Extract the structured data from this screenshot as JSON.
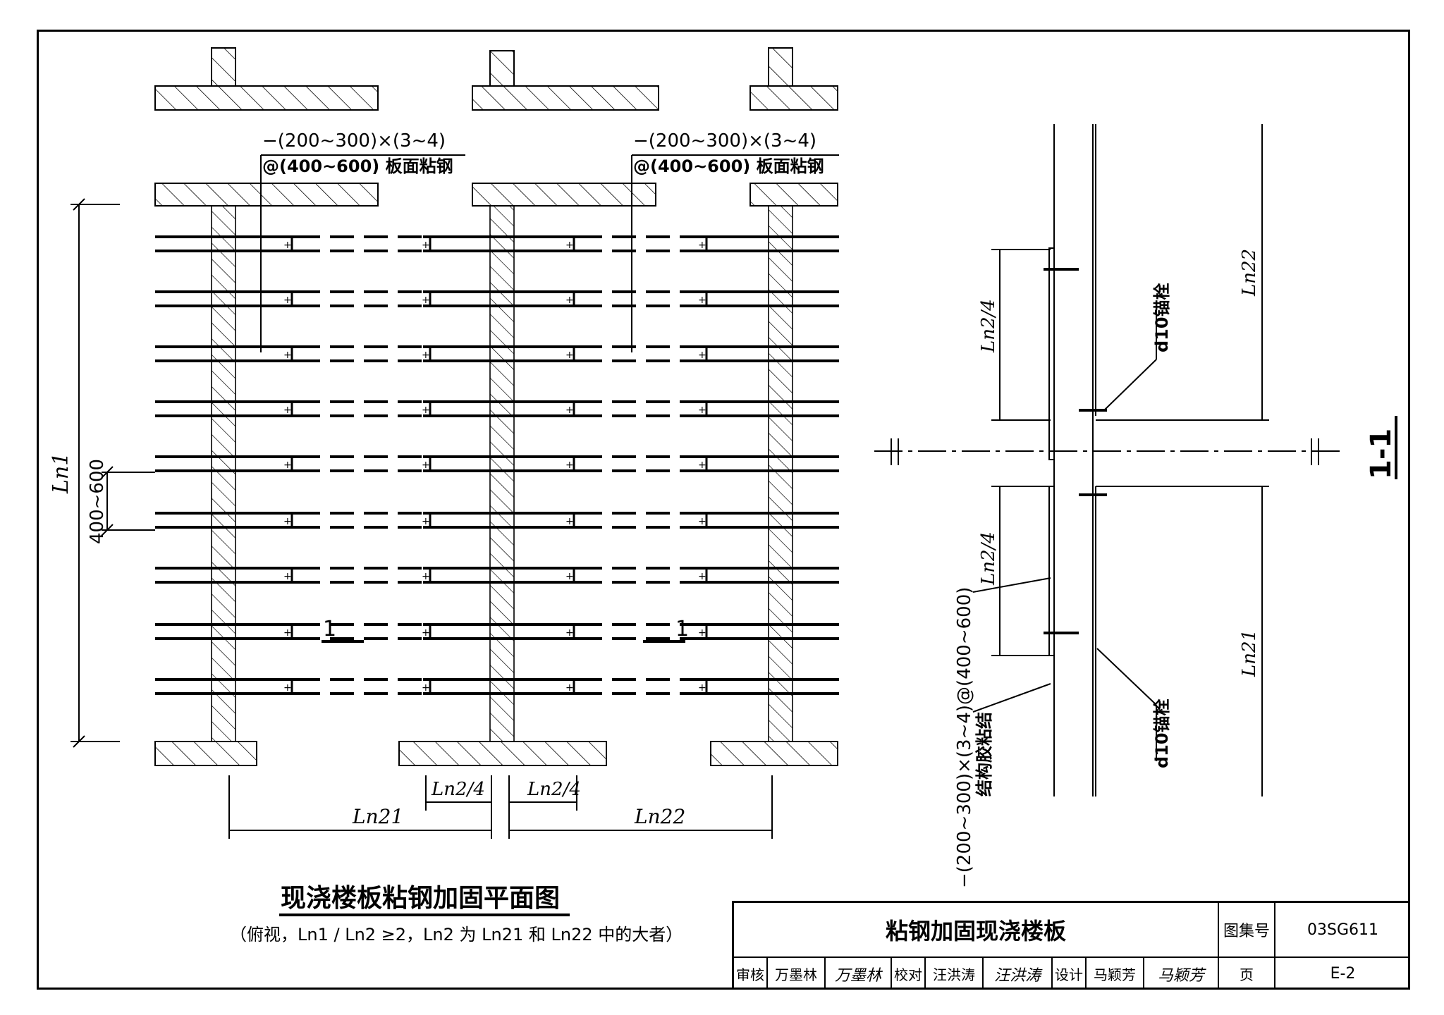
{
  "plan": {
    "steel_spec_line1": "−(200~300)×(3~4)",
    "steel_spec_line2": "@(400~600) 板面粘钢",
    "dim_spacing": "400~600",
    "dim_ln1": "Ln1",
    "dim_ln21": "Ln21",
    "dim_ln22": "Ln22",
    "dim_quarter": "Ln2/4",
    "section_mark": "1",
    "title": "现浇楼板粘钢加固平面图",
    "note": "（俯视，Ln1 / Ln2 ≥2，Ln2 为 Ln21 和 Ln22 中的大者）"
  },
  "section": {
    "label": "1-1",
    "dim_quarter": "Ln2/4",
    "dim_ln22": "Ln22",
    "dim_ln21": "Ln21",
    "anchor_label": "d10锚栓",
    "steel_line1": "−(200~300)×(3~4)@(400~600)",
    "steel_line2": "结构胶粘结"
  },
  "title_block": {
    "drawing_title": "粘钢加固现浇楼板",
    "atlas_label": "图集号",
    "atlas_no": "03SG611",
    "review_label": "审核",
    "reviewer": "万墨林",
    "reviewer_sign": "万墨林",
    "check_label": "校对",
    "checker": "汪洪涛",
    "checker_sign": "汪洪涛",
    "design_label": "设计",
    "designer": "马颖芳",
    "designer_sign": "马颖芳",
    "page_label": "页",
    "page_no": "E-2"
  }
}
